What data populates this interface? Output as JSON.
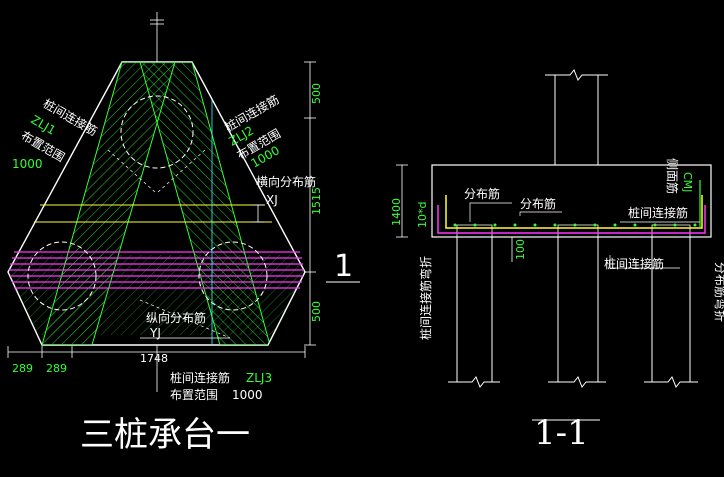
{
  "colors": {
    "background": "#000000",
    "outline": "#ffffff",
    "rebar": "#33ff33",
    "distribution": "#ff33ff",
    "dim": "#ffffff",
    "yellow": "#ffff33",
    "cyan": "#33ffff"
  },
  "plan": {
    "title": "三桩承台一",
    "section_mark": "1",
    "labels": {
      "zlj1_name": "桩间连接筋",
      "zlj1_code": "ZLJ1",
      "zlj1_scope": "布置范围",
      "zlj1_len": "1000",
      "zlj2_name": "桩间连接筋",
      "zlj2_code": "ZLJ2",
      "zlj2_scope": "布置范围",
      "zlj2_len": "1000",
      "xj_name": "横向分布筋",
      "xj_code": "XJ",
      "yj_name": "纵向分布筋",
      "yj_code": "YJ",
      "zlj3_name": "桩间连接筋",
      "zlj3_code": "ZLJ3",
      "zlj3_scope": "布置范围",
      "zlj3_len": "1000"
    },
    "dims": {
      "v_top": "500",
      "v_mid": "1515",
      "v_bot": "500",
      "width": "1748",
      "left_a": "289",
      "left_b": "289"
    }
  },
  "section": {
    "title": "1-1",
    "labels": {
      "dist1": "分布筋",
      "dist2": "分布筋",
      "side": "侧面筋",
      "side_code": "CMJ",
      "link": "桩间连接筋",
      "link_bottom": "桩间连接筋",
      "bend": "桩间连接筋弯折",
      "bend_right": "分布筋弯折",
      "ten_d": "10*d"
    },
    "dims": {
      "height": "1400",
      "cover": "100"
    }
  }
}
